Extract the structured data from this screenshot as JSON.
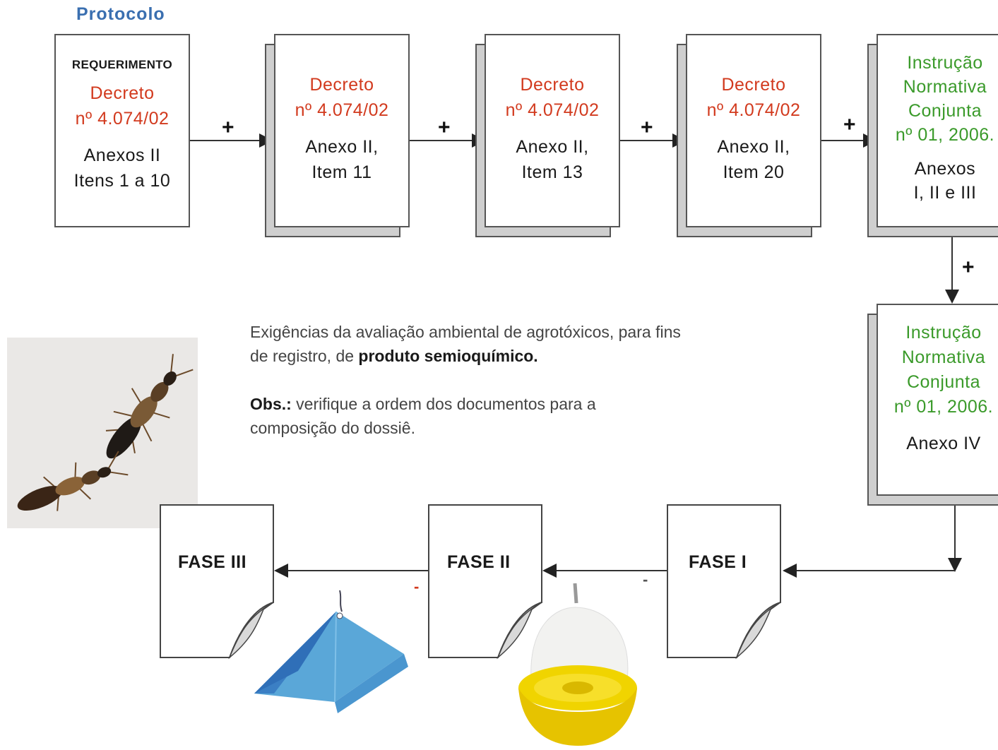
{
  "protocolo": "Protocolo",
  "boxes": {
    "b1": {
      "header": "REQUERIMENTO",
      "l1": "Decreto",
      "l2": "nº  4.074/02",
      "l3": "Anexos  II",
      "l4": "Itens 1 a 10"
    },
    "b2": {
      "l1": "Decreto",
      "l2": "nº  4.074/02",
      "l3": "Anexo II,",
      "l4": "Item 11"
    },
    "b3": {
      "l1": "Decreto",
      "l2": "nº 4.074/02",
      "l3": "Anexo II,",
      "l4": "Item 13"
    },
    "b4": {
      "l1": "Decreto",
      "l2": "nº 4.074/02",
      "l3": "Anexo II,",
      "l4": "Item 20"
    },
    "b5": {
      "l1": "Instrução",
      "l2": "Normativa",
      "l3": "Conjunta",
      "l4": "nº 01, 2006.",
      "l5": "Anexos",
      "l6": "I, II e III"
    },
    "b6": {
      "l1": "Instrução",
      "l2": "Normativa",
      "l3": "Conjunta",
      "l4": "nº 01, 2006.",
      "l5": "Anexo IV"
    }
  },
  "plus": "+",
  "minus": "-",
  "description": {
    "line1": "Exigências da avaliação ambiental de agrotóxicos, para fins",
    "line2_pre": "de registro, de ",
    "line2_bold": "produto semioquímico.",
    "obs_label": "Obs.:",
    "obs_text1": " verifique a ordem  dos documentos para a",
    "obs_text2": "composição do dossiê."
  },
  "fases": {
    "f1": "FASE I",
    "f2": "FASE II",
    "f3": "FASE III"
  }
}
